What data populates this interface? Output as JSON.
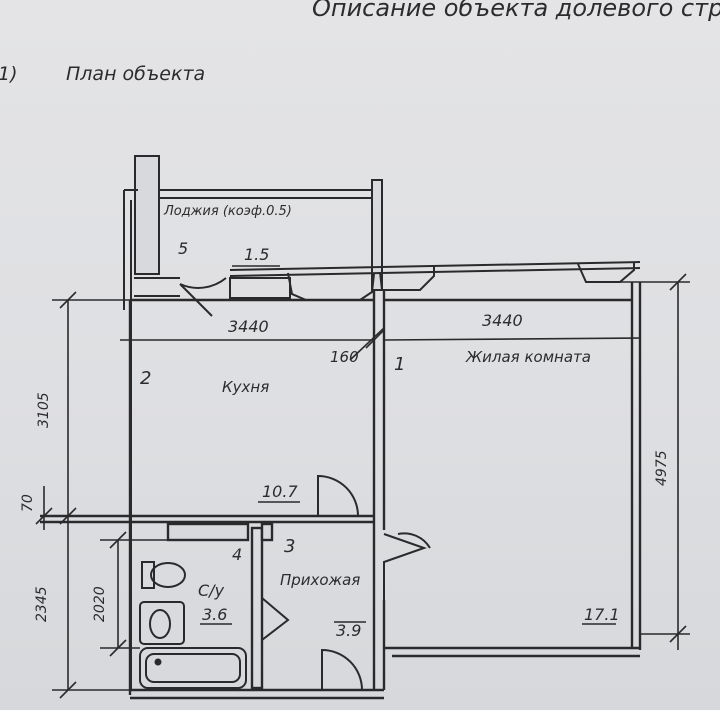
{
  "header": {
    "top_text": "Описание объекта долевого строи",
    "section_number": "1)",
    "section_title": "План объекта"
  },
  "rooms": [
    {
      "id": "loggia",
      "number": "5",
      "name": "Лоджия (коэф.0.5)",
      "area": "1.5"
    },
    {
      "id": "kitchen",
      "number": "2",
      "name": "Кухня",
      "area": "10.7"
    },
    {
      "id": "living",
      "number": "1",
      "name": "Жилая комната",
      "area": "17.1"
    },
    {
      "id": "bathroom",
      "number": "4",
      "name": "С/у",
      "area": "3.6"
    },
    {
      "id": "hallway",
      "number": "3",
      "name": "Прихожая",
      "area": "3.9"
    }
  ],
  "dimensions": {
    "kitchen_width": "3440",
    "living_width": "3440",
    "kitchen_depth": "3105",
    "living_depth": "4975",
    "partition": "70",
    "bath_block": "2345",
    "bath_inner": "2020",
    "wall_label": "160"
  },
  "colors": {
    "ink": "#2a2a2c",
    "paper": "#e2e3e5"
  }
}
